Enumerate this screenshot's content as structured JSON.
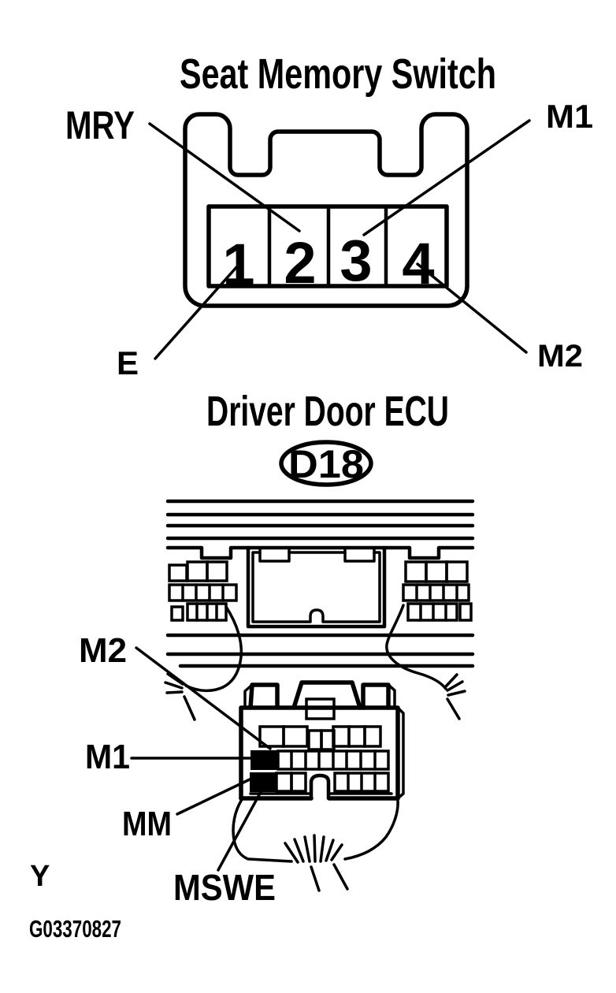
{
  "figure": {
    "background": "#ffffff",
    "line_color": "#000000",
    "corner_mark": "Y",
    "figure_id": "G03370827"
  },
  "seat_memory_switch": {
    "title": "Seat Memory Switch",
    "pin_numbers": [
      "1",
      "2",
      "3",
      "4"
    ],
    "pin_labels": [
      {
        "name": "MRY",
        "points_to_pin": "2"
      },
      {
        "name": "M1",
        "points_to_pin": "3"
      },
      {
        "name": "E",
        "points_to_pin": "1"
      },
      {
        "name": "M2",
        "points_to_pin": "4"
      }
    ]
  },
  "driver_door_ecu": {
    "title": "Driver Door ECU",
    "connector_id": "D18",
    "pin_labels": [
      {
        "name": "M2"
      },
      {
        "name": "M1"
      },
      {
        "name": "MM"
      },
      {
        "name": "MSWE"
      }
    ]
  }
}
